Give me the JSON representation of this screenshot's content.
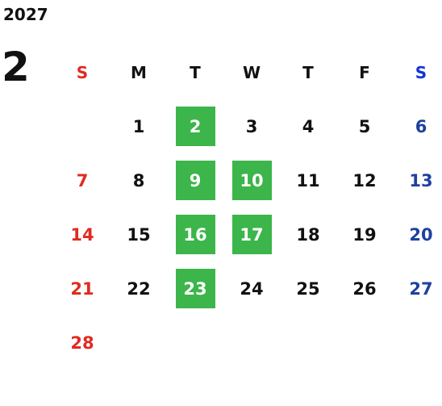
{
  "year": "2027",
  "month": "2",
  "weekdays": [
    "S",
    "M",
    "T",
    "W",
    "T",
    "F",
    "S"
  ],
  "weeks": [
    [
      "",
      "1",
      "2",
      "3",
      "4",
      "5",
      "6"
    ],
    [
      "7",
      "8",
      "9",
      "10",
      "11",
      "12",
      "13"
    ],
    [
      "14",
      "15",
      "16",
      "17",
      "18",
      "19",
      "20"
    ],
    [
      "21",
      "22",
      "23",
      "24",
      "25",
      "26",
      "27"
    ],
    [
      "28",
      "",
      "",
      "",
      "",
      "",
      ""
    ]
  ],
  "highlighted_days": [
    "2",
    "9",
    "10",
    "16",
    "17",
    "23"
  ],
  "colors": {
    "sunday": "#e02b20",
    "saturday": "#1e40a0",
    "highlight": "#3cb54a"
  }
}
